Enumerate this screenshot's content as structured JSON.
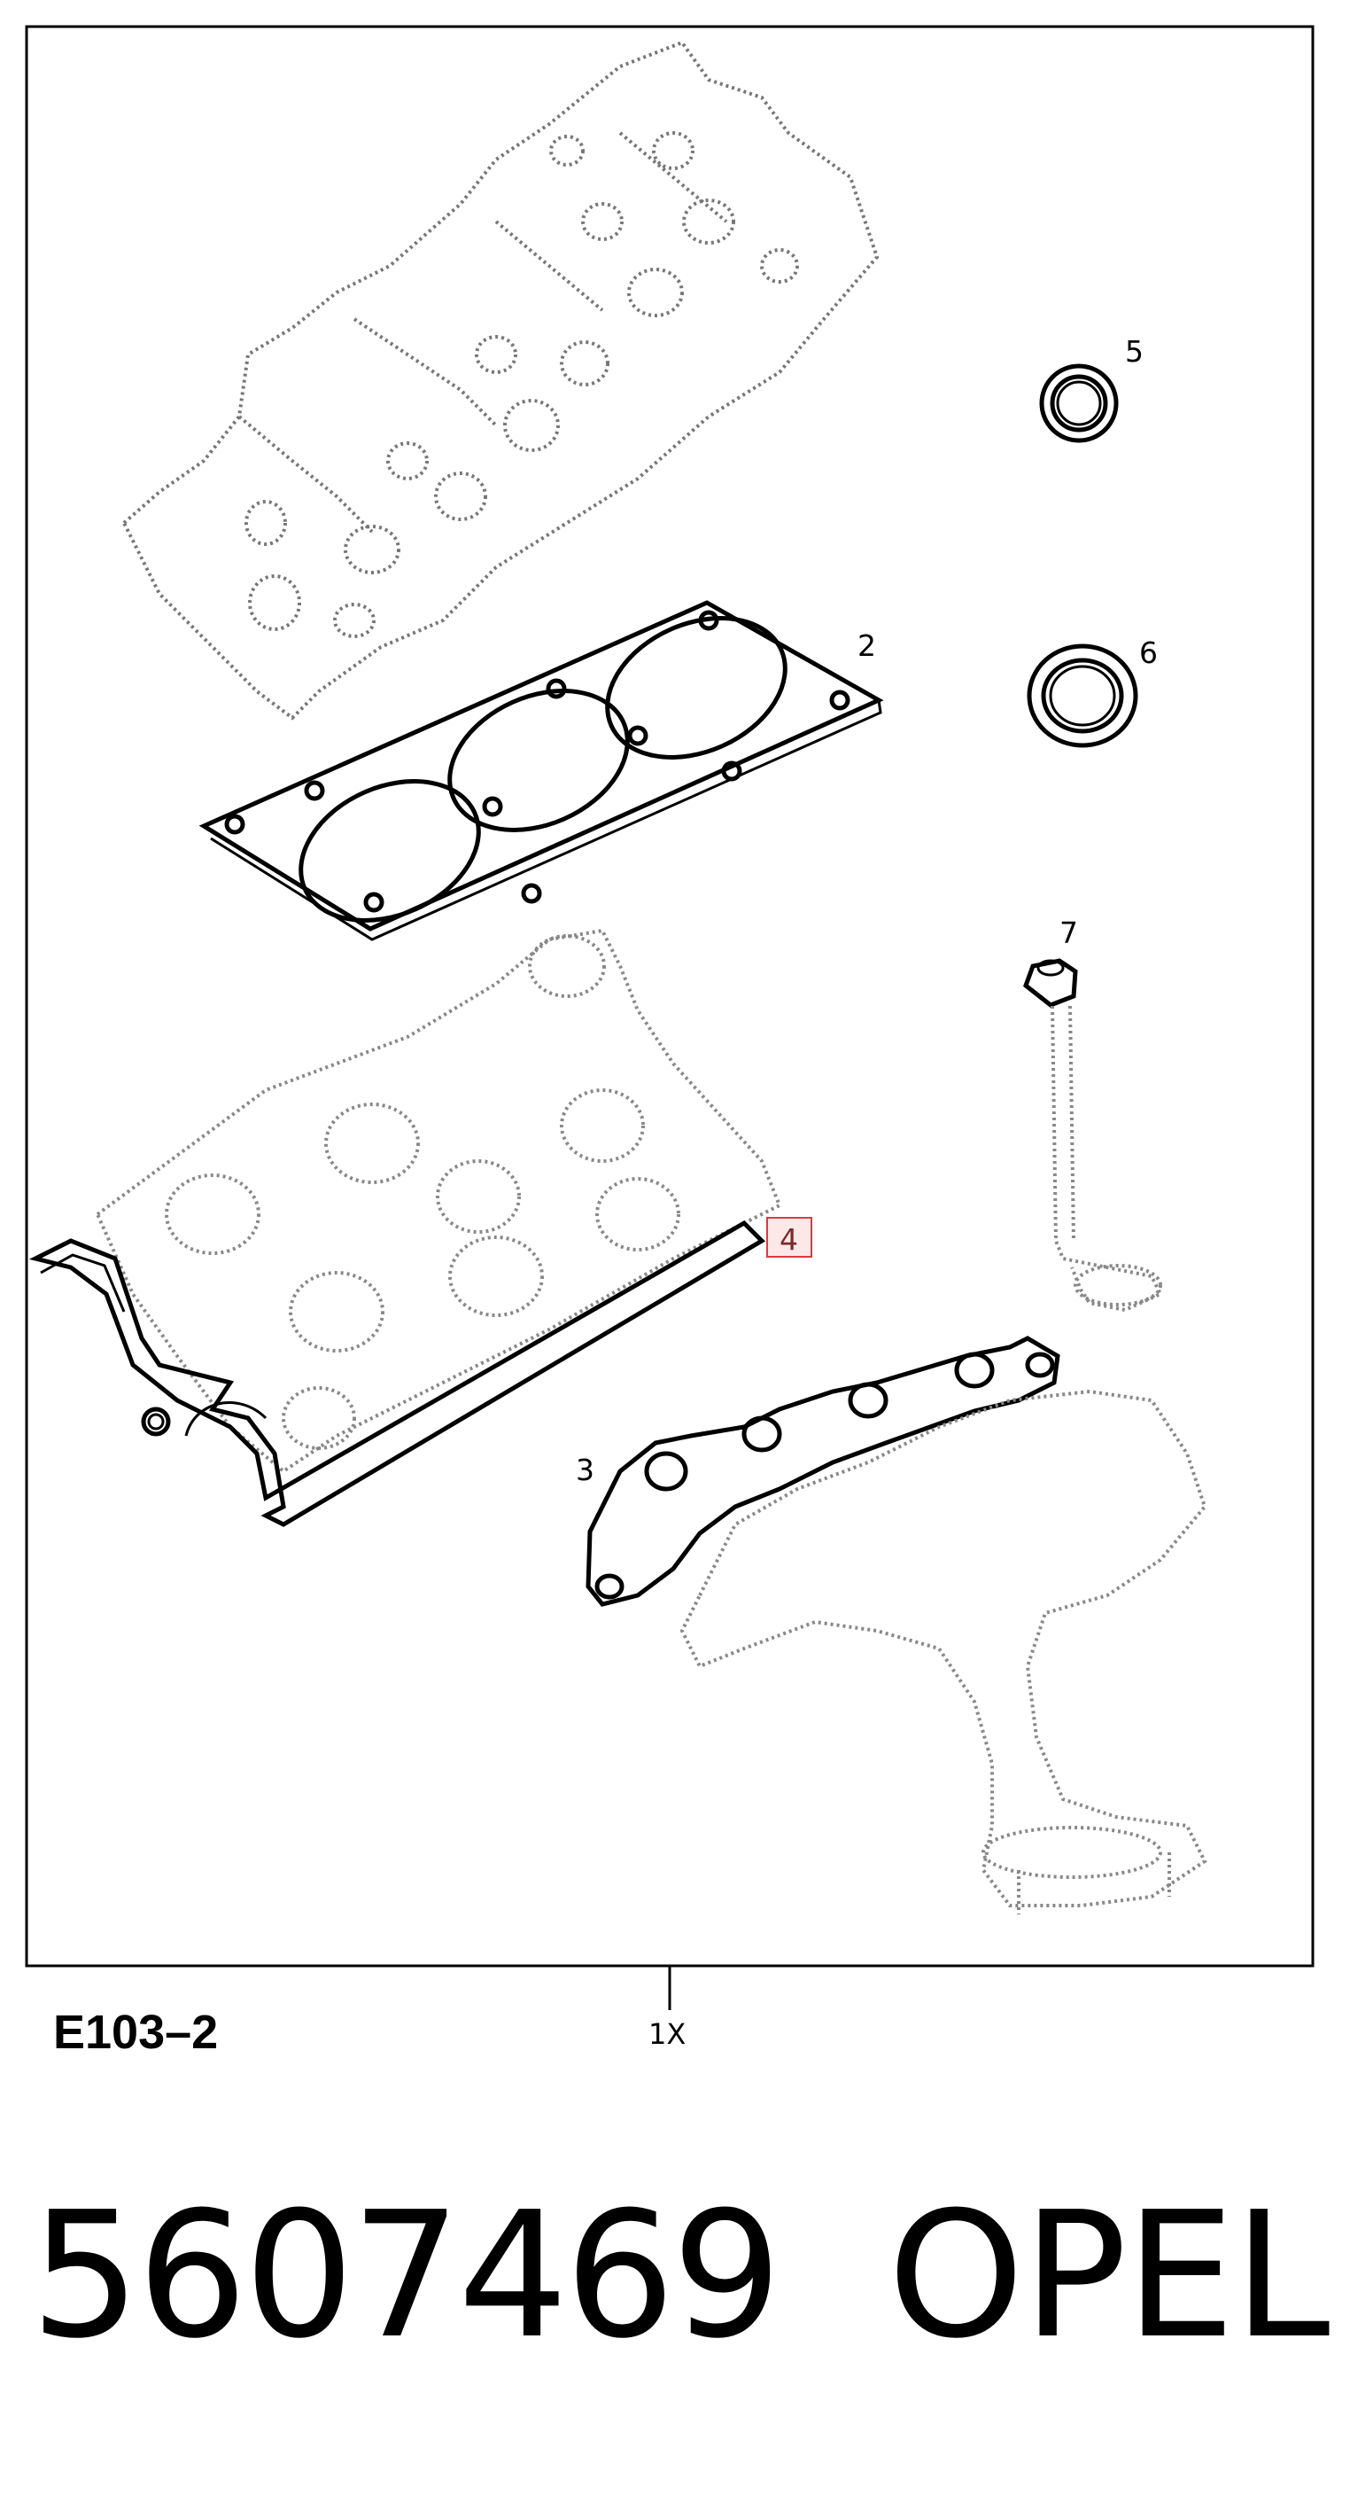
{
  "diagram": {
    "callouts": {
      "c2": "2",
      "c3": "3",
      "c4": "4",
      "c5": "5",
      "c6": "6",
      "c7": "7"
    },
    "highlight_color": "#e0383e",
    "code": "E103–2",
    "quantity": "1X"
  },
  "footer": {
    "part_number": "5607469",
    "brand": "OPEL"
  }
}
